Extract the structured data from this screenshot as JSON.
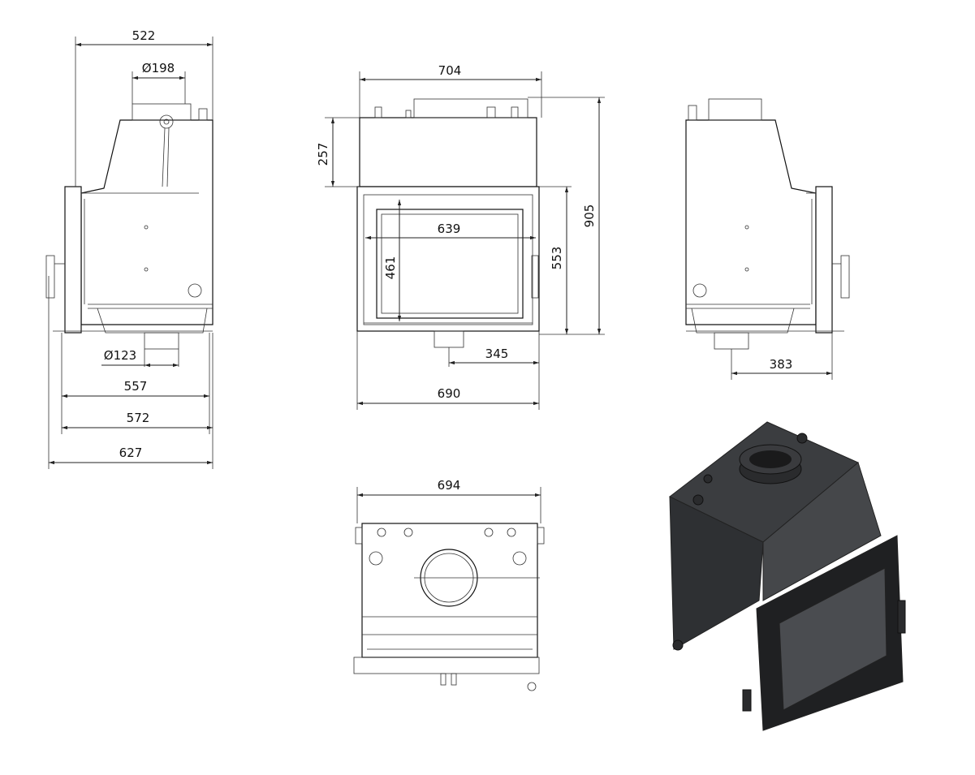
{
  "drawing": {
    "views": {
      "left_side": {
        "dim_width_top": "522",
        "dim_flue_top": "Ø198",
        "dim_air_inlet": "Ø123",
        "dim_557": "557",
        "dim_572": "572",
        "dim_627": "627"
      },
      "front": {
        "dim_top_width": "704",
        "dim_hood_height": "257",
        "dim_total_height": "905",
        "dim_glass_width": "639",
        "dim_glass_height": "461",
        "dim_door_height": "553",
        "dim_inlet_offset": "345",
        "dim_bottom_width": "690"
      },
      "right_side": {
        "dim_inlet_offset": "383"
      },
      "top": {
        "dim_width": "694"
      }
    },
    "colors": {
      "line": "#222222",
      "body_fill": "#ffffff",
      "render_dark": "#3b3d40"
    }
  }
}
